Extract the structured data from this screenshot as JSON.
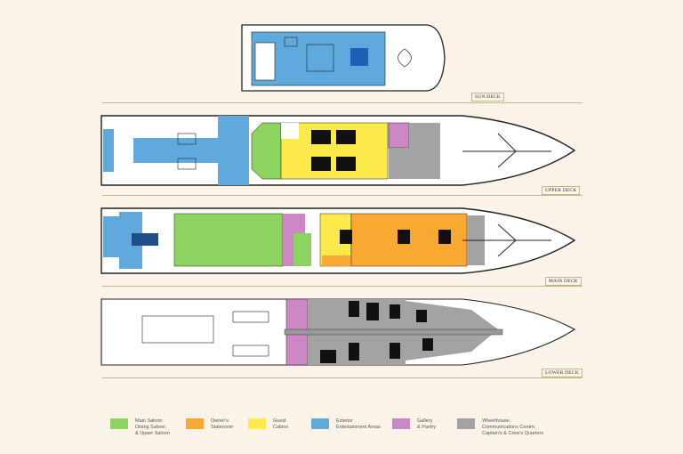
{
  "decks": [
    {
      "id": "sun",
      "label": "SUN DECK"
    },
    {
      "id": "upper",
      "label": "UPPER DECK"
    },
    {
      "id": "main",
      "label": "MAIN DECK"
    },
    {
      "id": "lower",
      "label": "LOWER DECK"
    }
  ],
  "legend": [
    {
      "label": "Main Saloon\nDining Saloon\n& Upper Saloon",
      "color": "#8dd35f"
    },
    {
      "label": "Owner's\nStateroom",
      "color": "#f9a832"
    },
    {
      "label": "Guest\nCabins",
      "color": "#fce94a"
    },
    {
      "label": "Exterior\nEntertainment Areas",
      "color": "#5fa9dc"
    },
    {
      "label": "Gallery\n& Pantry",
      "color": "#cc88c4"
    },
    {
      "label": "Wheelhouse,\nCommunications Centre,\nCaptain's & Crew's Quarters",
      "color": "#a3a3a3"
    }
  ]
}
